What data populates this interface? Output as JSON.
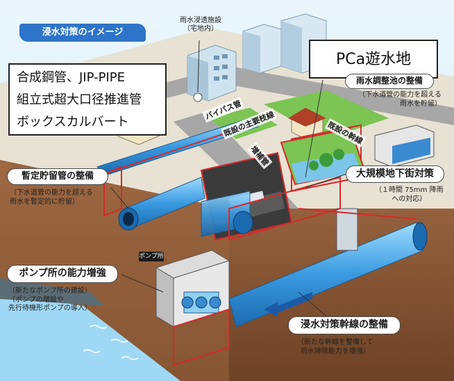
{
  "title_badge": "浸水対策のイメージ",
  "callouts": {
    "rain_infiltration": [
      "雨水浸透施設",
      "（宅地内）"
    ],
    "pca": "PCa遊水地",
    "pipe_types": [
      "合成鋼管、JIP-PIPE",
      "組立式超大口径推進管",
      "ボックスカルバート"
    ],
    "storage_basin": {
      "title": "雨水調整池の整備",
      "note": [
        "（下水道管の能力を超える",
        "雨水を貯留）"
      ]
    },
    "temp_storage": {
      "title": "暫定貯留管の整備",
      "note": [
        "（下水道管の能力を超える",
        "雨水を暫定的に貯留）"
      ]
    },
    "underground_mall": {
      "title": "大規模地下街対策",
      "note": [
        "（１時間 75mm 降雨",
        "への対応）"
      ]
    },
    "pump_station_label": "ポンプ所",
    "pump_capacity": {
      "title": "ポンプ所の能力増強",
      "note": [
        "（新たなポンプ所の建設）",
        "（ポンプの増設や",
        "先行待機形ポンプの導入）"
      ]
    },
    "trunk_line": {
      "title": "浸水対策幹線の整備",
      "note": [
        "（新たな幹線を整備して",
        "雨水排除能力を増強）"
      ]
    }
  },
  "pipe_labels": {
    "bypass": "バイパス管",
    "existing_branch": "既設の主要枝線",
    "existing_trunk": "既設の幹線",
    "reinforcement": "増補管"
  },
  "colors": {
    "badge": "#2e74c8",
    "pipe_blue": "#4aa8e8",
    "outline_red": "#d42a2a",
    "soil": "#8a5a3a",
    "grass": "#6cc04a",
    "road": "#9a9a9a",
    "water": "#8fd0f0"
  }
}
